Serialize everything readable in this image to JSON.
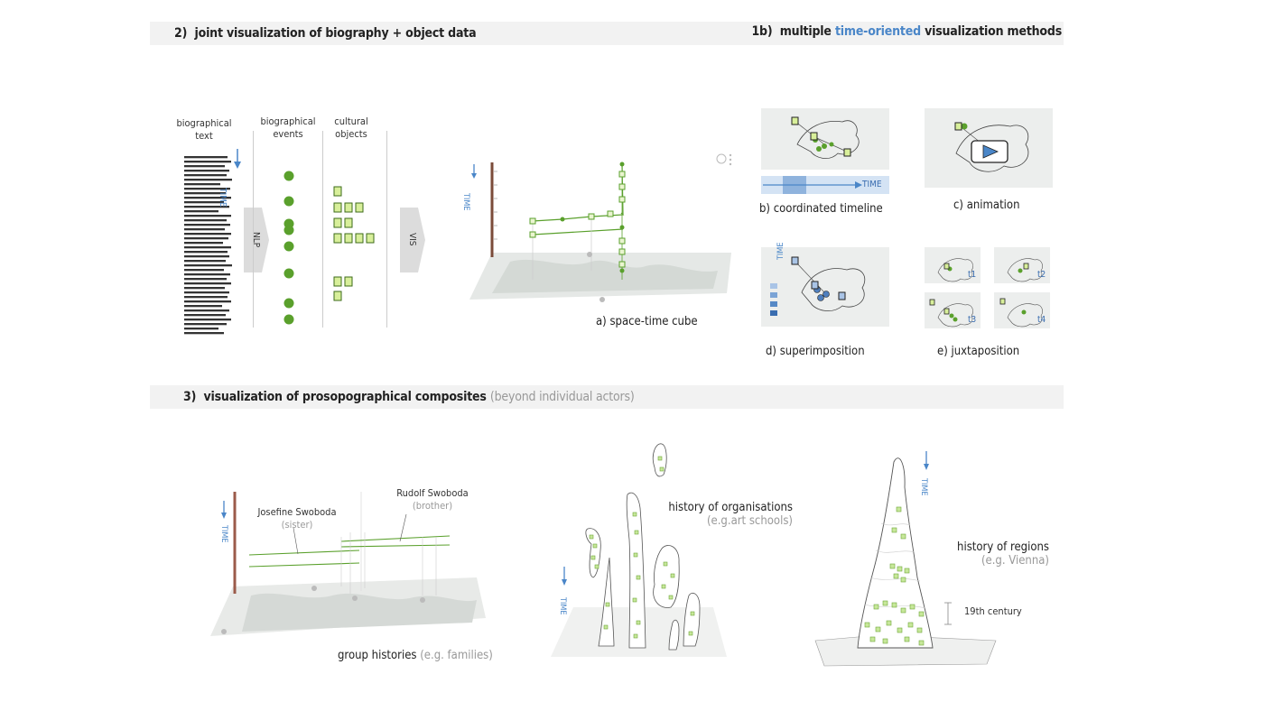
{
  "sections": {
    "joint": {
      "number": "2)",
      "title": "joint visualization of biography + object data"
    },
    "methods": {
      "number": "1b)",
      "prefix": "multiple",
      "highlight": "time-oriented",
      "suffix": "visualization methods"
    },
    "composites": {
      "number": "3)",
      "title": "visualization of prosopographical composites",
      "note": "(beyond individual actors)"
    }
  },
  "pipeline": {
    "col1_line1": "biographical",
    "col1_line2": "text",
    "col2_line1": "biographical",
    "col2_line2": "events",
    "col3_line1": "cultural",
    "col3_line2": "objects",
    "time": "TIME",
    "nlp": "NLP",
    "vis": "VIS"
  },
  "cube": {
    "caption": "a) space-time cube",
    "axis_label": "TIME"
  },
  "methods": {
    "b": "b) coordinated timeline",
    "timeline_label": "TIME",
    "c": "c) animation",
    "d": "d) superimposition",
    "superimposition_axis": "TIME",
    "e": "e) juxtaposition",
    "t": [
      "t1",
      "t2",
      "t3",
      "t4"
    ]
  },
  "group": {
    "axis": "TIME",
    "person1": "Josefine Swoboda",
    "person1_role": "(sister)",
    "person2": "Rudolf Swoboda",
    "person2_role": "(brother)",
    "caption": "group histories",
    "caption_note": "(e.g. families)"
  },
  "organisations": {
    "axis": "TIME",
    "title": "history of organisations",
    "note": "(e.g.art schools)"
  },
  "regions": {
    "axis": "TIME",
    "title": "history of regions",
    "note": "(e.g. Vienna)",
    "scale": "19th century"
  },
  "colors": {
    "accent_blue": "#4a86c8",
    "event_green": "#5aa02c",
    "object_fill": "#d8ef9a",
    "band_gray": "#f2f2f2"
  }
}
